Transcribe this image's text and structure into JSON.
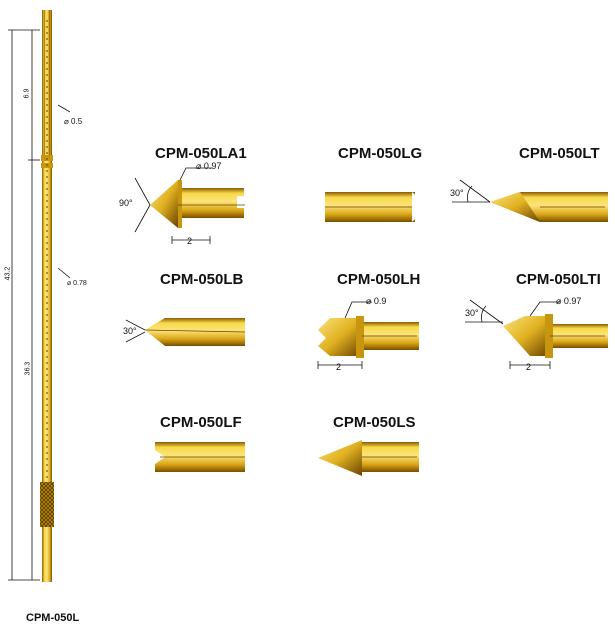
{
  "main_probe": {
    "label": "CPM-050L",
    "dim_top": "6.9",
    "dim_total": "43.2",
    "dim_lower": "36.3",
    "dia_tip": "⌀ 0.5",
    "dia_body": "⌀ 0.78"
  },
  "tips": [
    {
      "id": "LA1",
      "title": "CPM-050LA1",
      "angle": "90°",
      "diameter": "⌀ 0.97",
      "length": "2"
    },
    {
      "id": "LG",
      "title": "CPM-050LG"
    },
    {
      "id": "LT",
      "title": "CPM-050LT",
      "angle": "30°"
    },
    {
      "id": "LB",
      "title": "CPM-050LB",
      "angle": "30°"
    },
    {
      "id": "LH",
      "title": "CPM-050LH",
      "diameter": "⌀ 0.9",
      "length": "2"
    },
    {
      "id": "LTI",
      "title": "CPM-050LTI",
      "angle": "30°",
      "diameter": "⌀ 0.97",
      "length": "2"
    },
    {
      "id": "LF",
      "title": "CPM-050LF"
    },
    {
      "id": "LS",
      "title": "CPM-050LS"
    }
  ],
  "colors": {
    "gold_light": "#f7d94a",
    "gold_mid": "#d9a514",
    "gold_dark": "#8a5a00",
    "line": "#111111"
  }
}
